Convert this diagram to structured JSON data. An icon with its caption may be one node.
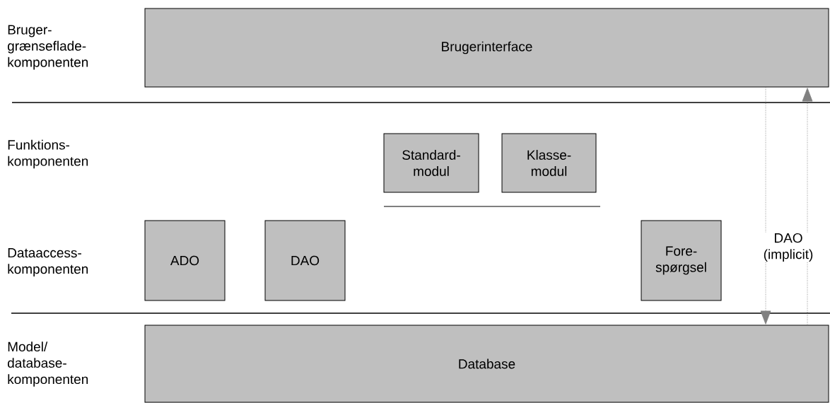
{
  "diagram": {
    "nodes": [
      {
        "text": [
          "Brugerinterface"
        ]
      },
      {
        "text": [
          "Standard- modul"
        ]
      },
      {
        "text": [
          "Klasse- modul"
        ]
      },
      {
        "text": [
          "ADO"
        ]
      },
      {
        "text": [
          "DAO"
        ]
      },
      {
        "text": [
          "Fore- spørgsel"
        ]
      },
      {
        "text": [
          "Database"
        ]
      }
    ],
    "edges": [
      {
        "from": 0,
        "to": 6,
        "arrow": "to",
        "style": "dashed"
      },
      {
        "from": 6,
        "to": 0,
        "arrow": "to",
        "style": "dashed"
      }
    ],
    "labels": [
      "Bruger- grænseflade- komponenten",
      "Funktions- komponenten",
      "Dataaccess- komponenten",
      "DAO (implicit)",
      "Model/ database- komponenten"
    ]
  }
}
